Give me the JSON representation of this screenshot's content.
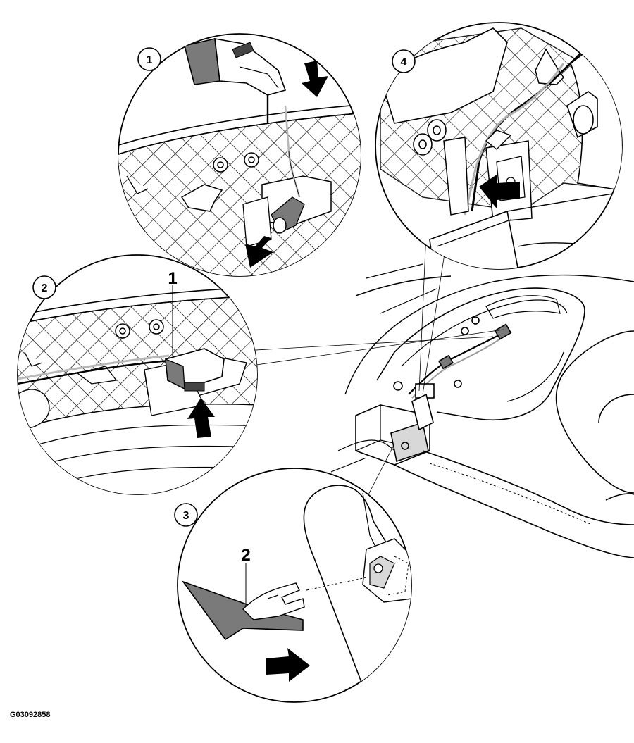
{
  "figure_code": "G03092858",
  "steps": [
    {
      "number": "1"
    },
    {
      "number": "2"
    },
    {
      "number": "3"
    },
    {
      "number": "4"
    }
  ],
  "callouts": [
    {
      "label": "1"
    },
    {
      "label": "2"
    }
  ],
  "colors": {
    "line": "#000000",
    "grey_part": "#7a7a7a",
    "light_grey": "#b8b8b8",
    "background": "#ffffff"
  }
}
